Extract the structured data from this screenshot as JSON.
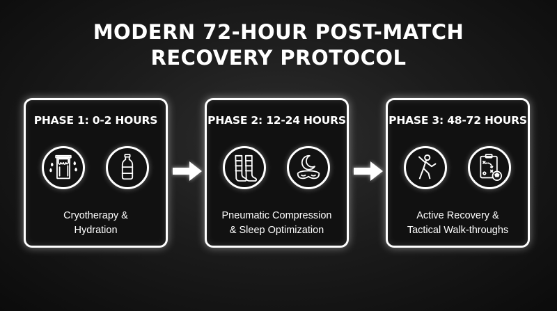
{
  "title": {
    "line1": "MODERN 72-HOUR POST-MATCH",
    "line2": "RECOVERY PROTOCOL"
  },
  "phases": [
    {
      "heading": "PHASE 1: 0-2 HOURS",
      "desc_line1": "Cryotherapy &",
      "desc_line2": "Hydration",
      "icons": [
        "cryotherapy-chamber-icon",
        "water-bottle-icon"
      ]
    },
    {
      "heading": "PHASE 2: 12-24 HOURS",
      "desc_line1": "Pneumatic Compression",
      "desc_line2": "& Sleep Optimization",
      "icons": [
        "compression-boots-icon",
        "sleep-mask-icon"
      ]
    },
    {
      "heading": "PHASE 3: 48-72 HOURS",
      "desc_line1": "Active Recovery &",
      "desc_line2": "Tactical Walk-throughs",
      "icons": [
        "stretching-figure-icon",
        "tactics-clipboard-icon"
      ]
    }
  ],
  "colors": {
    "background": "#111111",
    "foreground": "#ffffff"
  }
}
